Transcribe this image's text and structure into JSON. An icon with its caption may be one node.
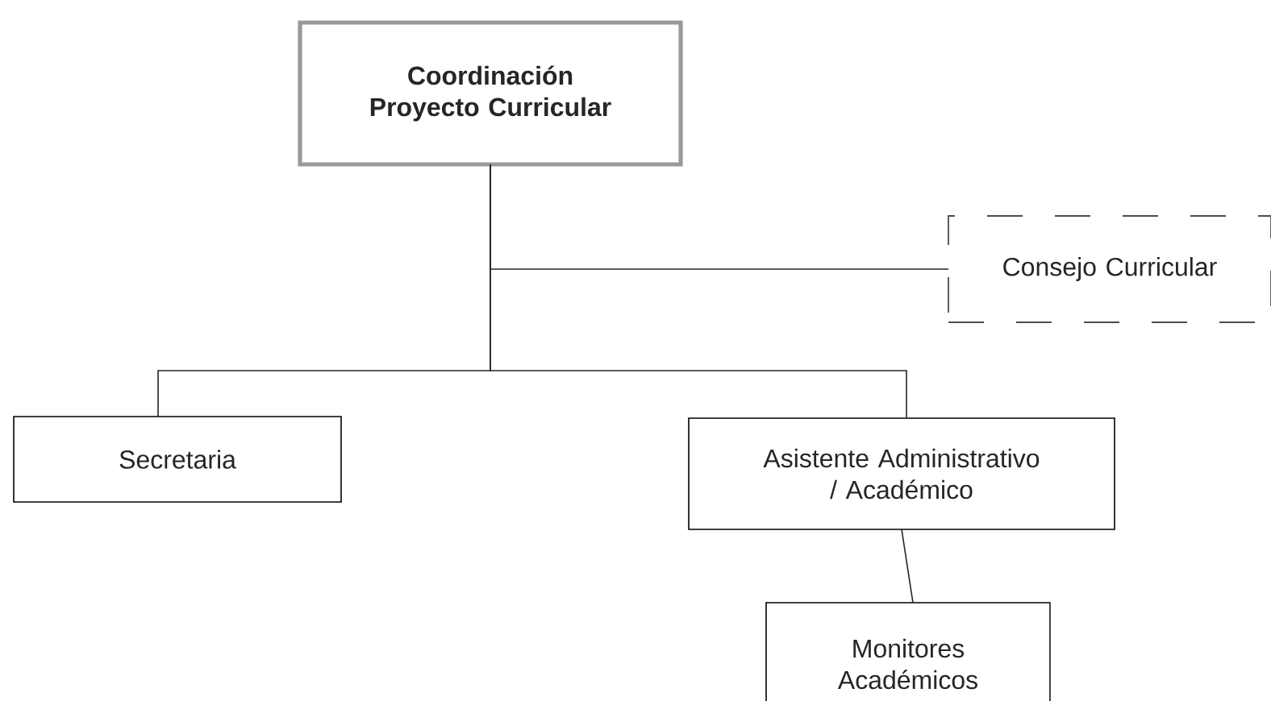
{
  "diagram": {
    "nodes": [
      {
        "text": [
          "Coordinación Proyecto Curricular"
        ]
      },
      {
        "text": [
          "Consejo Curricular"
        ]
      },
      {
        "text": [
          "Secretaria"
        ]
      },
      {
        "text": [
          "Asistente Administrativo / Académico"
        ]
      },
      {
        "text": [
          "Monitores Académicos"
        ]
      }
    ],
    "edges": [
      {
        "from": 0,
        "to": 1,
        "arrow": "none"
      },
      {
        "from": 0,
        "to": 2,
        "arrow": "none"
      },
      {
        "from": 0,
        "to": 3,
        "arrow": "none"
      },
      {
        "from": 3,
        "to": 4,
        "arrow": "none"
      }
    ]
  }
}
